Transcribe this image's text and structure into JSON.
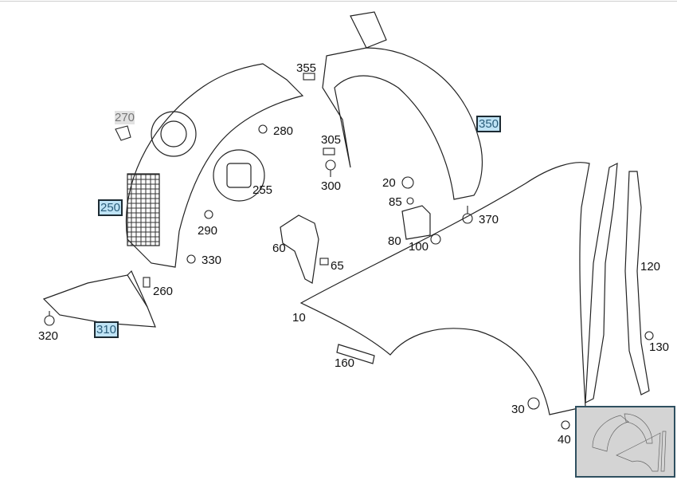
{
  "diagram": {
    "labels": [
      {
        "id": "355",
        "text": "355"
      },
      {
        "id": "270",
        "text": "270",
        "highlight": "grey"
      },
      {
        "id": "280",
        "text": "280"
      },
      {
        "id": "350",
        "text": "350",
        "highlight": "blue"
      },
      {
        "id": "305",
        "text": "305"
      },
      {
        "id": "300",
        "text": "300"
      },
      {
        "id": "255",
        "text": "255"
      },
      {
        "id": "20",
        "text": "20"
      },
      {
        "id": "85",
        "text": "85"
      },
      {
        "id": "250",
        "text": "250",
        "highlight": "blue"
      },
      {
        "id": "370",
        "text": "370"
      },
      {
        "id": "290",
        "text": "290"
      },
      {
        "id": "80",
        "text": "80"
      },
      {
        "id": "100",
        "text": "100"
      },
      {
        "id": "60",
        "text": "60"
      },
      {
        "id": "65",
        "text": "65"
      },
      {
        "id": "330",
        "text": "330"
      },
      {
        "id": "120",
        "text": "120"
      },
      {
        "id": "260",
        "text": "260"
      },
      {
        "id": "10",
        "text": "10"
      },
      {
        "id": "310",
        "text": "310",
        "highlight": "blue"
      },
      {
        "id": "320",
        "text": "320"
      },
      {
        "id": "130",
        "text": "130"
      },
      {
        "id": "160",
        "text": "160"
      },
      {
        "id": "30",
        "text": "30"
      },
      {
        "id": "40",
        "text": "40"
      }
    ],
    "colors": {
      "highlight": "#bfe3f5",
      "highlight_border": "#1d2b33",
      "line": "#222222",
      "thumbnail_bg": "#d4d4d4"
    }
  }
}
